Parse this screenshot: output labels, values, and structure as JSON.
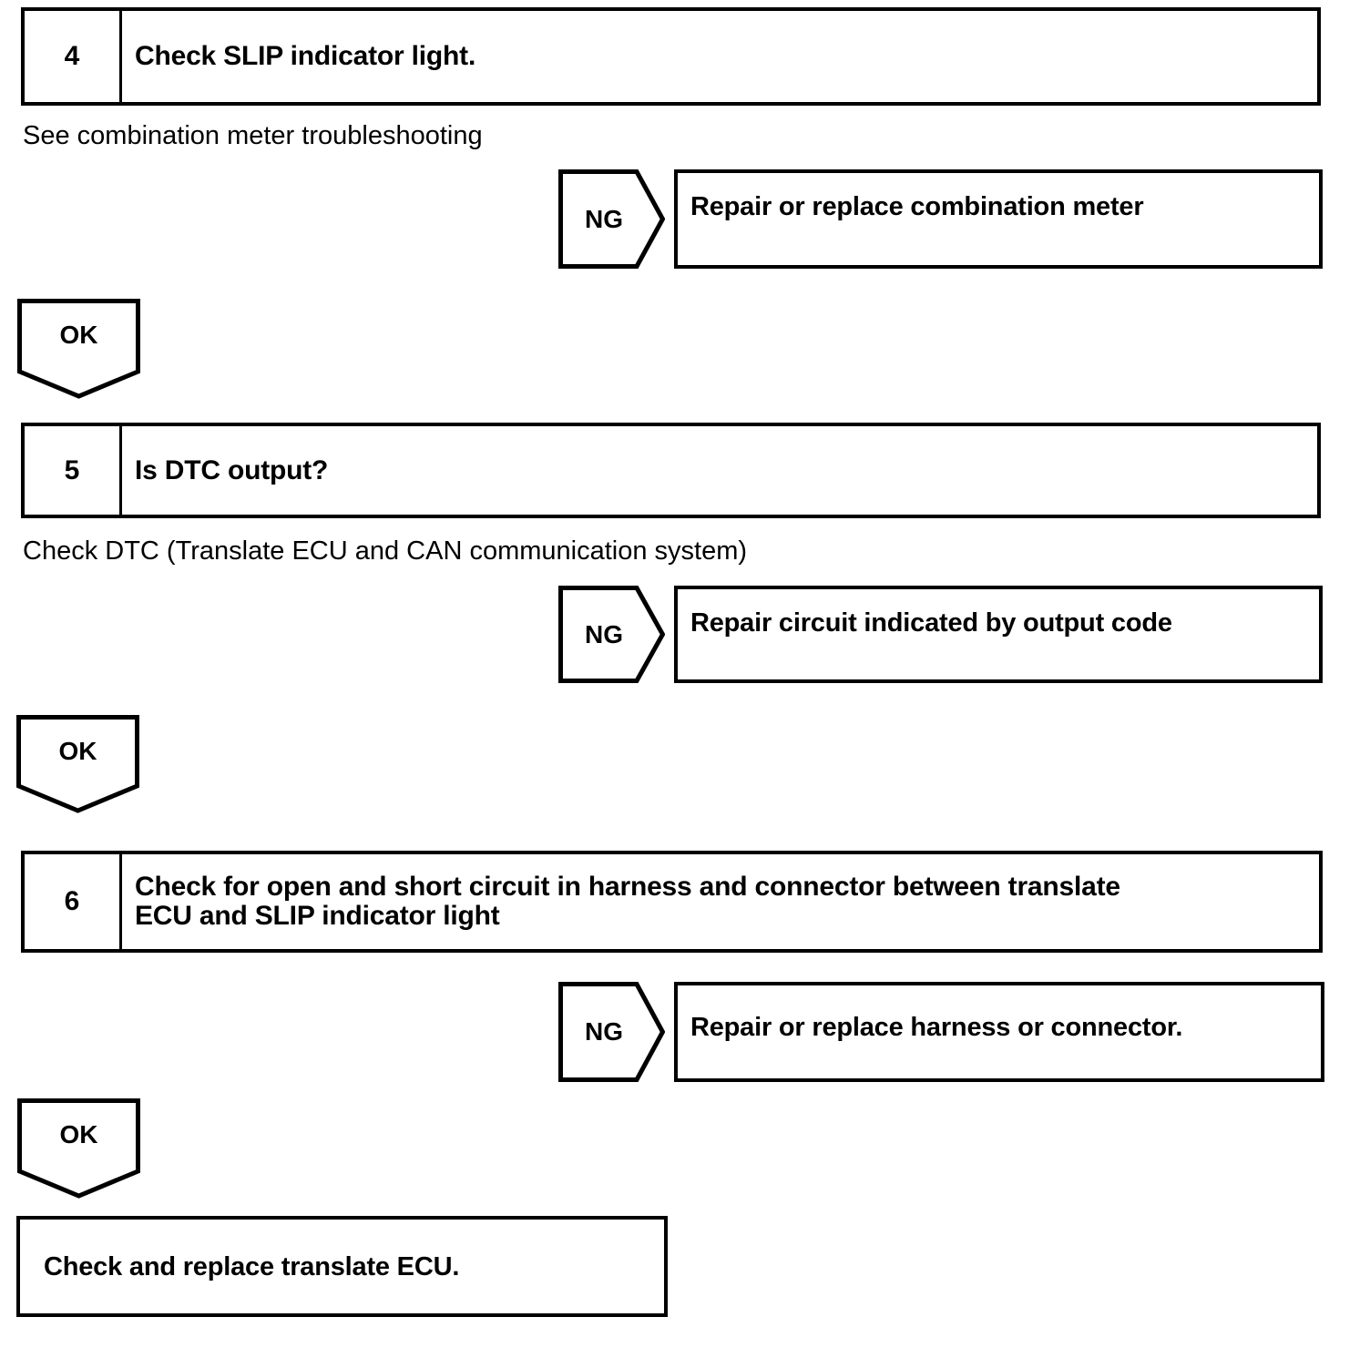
{
  "colors": {
    "ink": "#000000",
    "paper": "#ffffff"
  },
  "steps": [
    {
      "number": "4",
      "title": "Check SLIP indicator light.",
      "note": "See combination meter troubleshooting",
      "ng_label": "NG",
      "ng_action": "Repair or replace combination meter",
      "ok_label": "OK"
    },
    {
      "number": "5",
      "title": "Is DTC output?",
      "note": "Check DTC (Translate ECU and CAN communication system)",
      "ng_label": "NG",
      "ng_action": "Repair circuit indicated by output code",
      "ok_label": "OK"
    },
    {
      "number": "6",
      "title": "Check for open and short circuit in harness and connector between translate\nECU and SLIP indicator light",
      "ng_label": "NG",
      "ng_action": "Repair or replace harness or connector.",
      "ok_label": "OK"
    }
  ],
  "final_action": "Check and replace translate ECU."
}
